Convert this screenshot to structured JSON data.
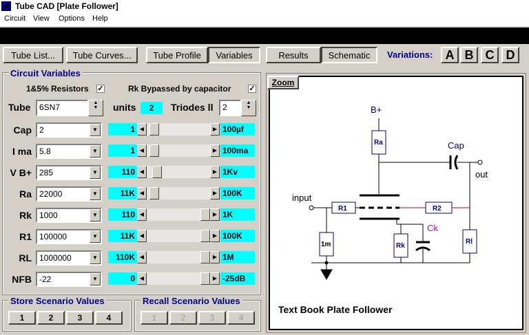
{
  "window": {
    "title": "Tube CAD   [Plate Follower]"
  },
  "menu": [
    "Circuit",
    "View",
    "Options",
    "Help"
  ],
  "toolbar": {
    "tube_list": "Tube List...",
    "tube_curves": "Tube Curves...",
    "tube_profile": "Tube Profile",
    "variables": "Variables",
    "results": "Results",
    "schematic": "Schematic",
    "variations_label": "Variations:",
    "variations": [
      "A",
      "B",
      "C",
      "D"
    ]
  },
  "circuit_variables": {
    "title": "Circuit Variables",
    "resistors_label": "1&5% Resistors",
    "resistors_checked": "✓",
    "rk_bypassed_label": "Rk Bypassed by capacitor",
    "rk_bypassed_checked": "✓",
    "tube_label": "Tube",
    "tube_value": "6SN7",
    "units_label": "units",
    "units_value": "2",
    "triodes_label": "Triodes ll",
    "triodes_value": "2",
    "rows": [
      {
        "label": "Cap",
        "value": "2",
        "scaled": "1",
        "max": "100µf",
        "level": 0.05
      },
      {
        "label": "I ma",
        "value": "5.8",
        "scaled": "1",
        "max": "100ma",
        "level": 0.05
      },
      {
        "label": "V B+",
        "value": "285",
        "scaled": "110",
        "max": "1Kv",
        "level": 0.1
      },
      {
        "label": "Ra",
        "value": "22000",
        "scaled": "11K",
        "max": "100K",
        "level": 0.05
      },
      {
        "label": "Rk",
        "value": "1000",
        "scaled": "110",
        "max": "1K",
        "level": 1.0
      },
      {
        "label": "R1",
        "value": "100000",
        "scaled": "11K",
        "max": "100K",
        "level": 1.0
      },
      {
        "label": "RL",
        "value": "1000000",
        "scaled": "110K",
        "max": "1M",
        "level": 1.0
      },
      {
        "label": "NFB",
        "value": "-22",
        "scaled": "0",
        "max": "-25dB",
        "level": 1.0
      }
    ]
  },
  "store": {
    "title": "Store Scenario Values",
    "buttons": [
      "1",
      "2",
      "3",
      "4"
    ]
  },
  "recall": {
    "title": "Recall Scenario Values",
    "buttons": [
      "1",
      "2",
      "3",
      "4"
    ]
  },
  "schematic": {
    "zoom": "Zoom",
    "caption": "Text Book Plate Follower",
    "labels": {
      "bplus": "B+",
      "ra": "Ra",
      "cap": "Cap",
      "out": "out",
      "input": "input",
      "r1": "R1",
      "r2": "R2",
      "ck": "Ck",
      "rk": "Rk",
      "one_m": "1m",
      "rl": "Rl"
    }
  }
}
